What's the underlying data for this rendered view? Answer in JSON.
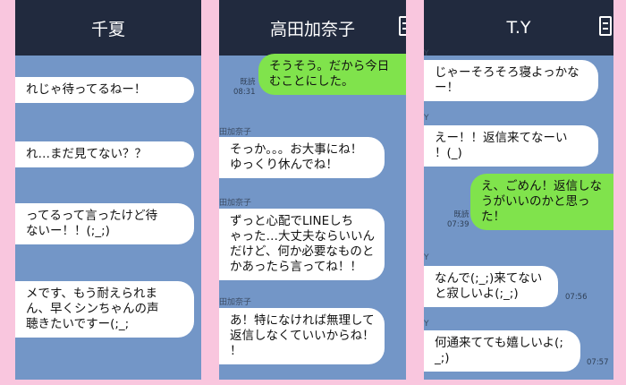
{
  "panel1": {
    "title": "千夏",
    "messages": [
      {
        "lines": [
          "れじゃ待ってるねー！"
        ]
      },
      {
        "lines": [
          "れ…まだ見てない？？"
        ]
      },
      {
        "lines": [
          "ってるって言ったけど待",
          "ないー！！(;_;)"
        ]
      },
      {
        "lines": [
          "メです、もう耐えられま",
          "ん、早くシンちゃんの声",
          "聴きたいですー(;_;"
        ]
      }
    ]
  },
  "panel2": {
    "title": "高田加奈子",
    "sent": {
      "lines": [
        "そうそう。だから今日",
        "むことにした。"
      ],
      "read": "既読",
      "time": "08:31"
    },
    "messages": [
      {
        "sender": "田加奈子",
        "lines": [
          "そっか。。。お大事にね！",
          "ゆっくり休んでね！"
        ]
      },
      {
        "sender": "田加奈子",
        "lines": [
          "ずっと心配でLINEしち",
          "ゃった…大丈夫ならいいん",
          "だけど、何か必要なものと",
          "かあったら言ってね！！"
        ]
      },
      {
        "sender": "田加奈子",
        "lines": [
          "あ！特になければ無理して",
          "返信しなくていいからね！",
          "！"
        ]
      }
    ]
  },
  "panel3": {
    "title": "T.Y",
    "messages": [
      {
        "sender": "Y",
        "lines": [
          "じゃーそろそろ寝よっかな",
          "ー！"
        ]
      },
      {
        "sender": "Y",
        "lines": [
          "えー！！返信来てなーい",
          "！(_)"
        ]
      },
      {
        "sender": "Y",
        "lines": [
          "なんで(;_;)来てない",
          "と寂しいよ(;_;)"
        ],
        "time": "07:56"
      },
      {
        "sender": "Y",
        "lines": [
          "何通来てても嬉しいよ(;",
          "_;)"
        ],
        "time": "07:57"
      }
    ],
    "sent": {
      "lines": [
        "え、ごめん！返信しな",
        "うがいいのかと思っ",
        "た！"
      ],
      "read": "既読",
      "time": "07:39"
    }
  }
}
